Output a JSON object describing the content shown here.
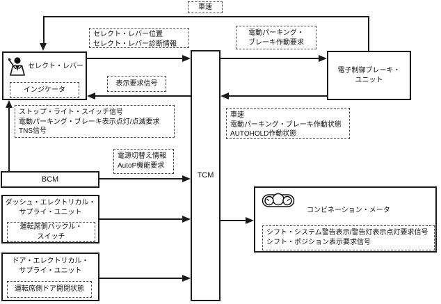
{
  "diagram": {
    "nodes": {
      "select_lever": {
        "label": "セレクト・レバー",
        "indicator": "インジケータ"
      },
      "brake_unit": {
        "line1": "電子制御ブレーキ・",
        "line2": "ユニット"
      },
      "tcm": {
        "label": "TCM"
      },
      "bcm": {
        "label": "BCM"
      },
      "dash_supply_unit": {
        "line1": "ダッシュ・エレクトリカル・",
        "line2": "サプライ・ユニット",
        "sub1": "運転席側バックル・",
        "sub2": "スイッチ"
      },
      "door_supply_unit": {
        "line1": "ドア・エレクトリカル・",
        "line2": "サプライ・ユニット",
        "sub1": "運転席側ドア開閉状態"
      },
      "combination_meter": {
        "label": "コンビネーション・メータ",
        "sub1": "シフト・システム警告表示/警告灯表示点灯要求信号",
        "sub2": "シフト・ポジション表示要求信号"
      }
    },
    "labels": {
      "vehicle_speed": "車速",
      "select_lever_position": {
        "line1": "セレクト・レバー位置",
        "line2": "セレクト・レバー診断情報"
      },
      "epb_request": {
        "line1": "電動パーキング・",
        "line2": "ブレーキ作動要求"
      },
      "display_request": "表示要求信号",
      "bcm_signals": {
        "line1": "ストップ・ライト・スイッチ信号",
        "line2": "電動パーキング・ブレーキ表示点灯/点滅要求",
        "line3": "TNS信号"
      },
      "brake_status": {
        "line1": "車速",
        "line2": "電動パーキング・ブレーキ作動状態",
        "line3": "AUTOHOLD作動状態"
      },
      "power_mode": {
        "line1": "電源切替え情報",
        "line2": "AutoP機能要求"
      }
    },
    "icons": {
      "driver": "driver-icon",
      "meter_cluster": "meter-cluster-icon"
    },
    "colors": {
      "line": "#1a1a1a",
      "background": "#ffffff",
      "dashed_border": "#4a4a4a"
    }
  }
}
